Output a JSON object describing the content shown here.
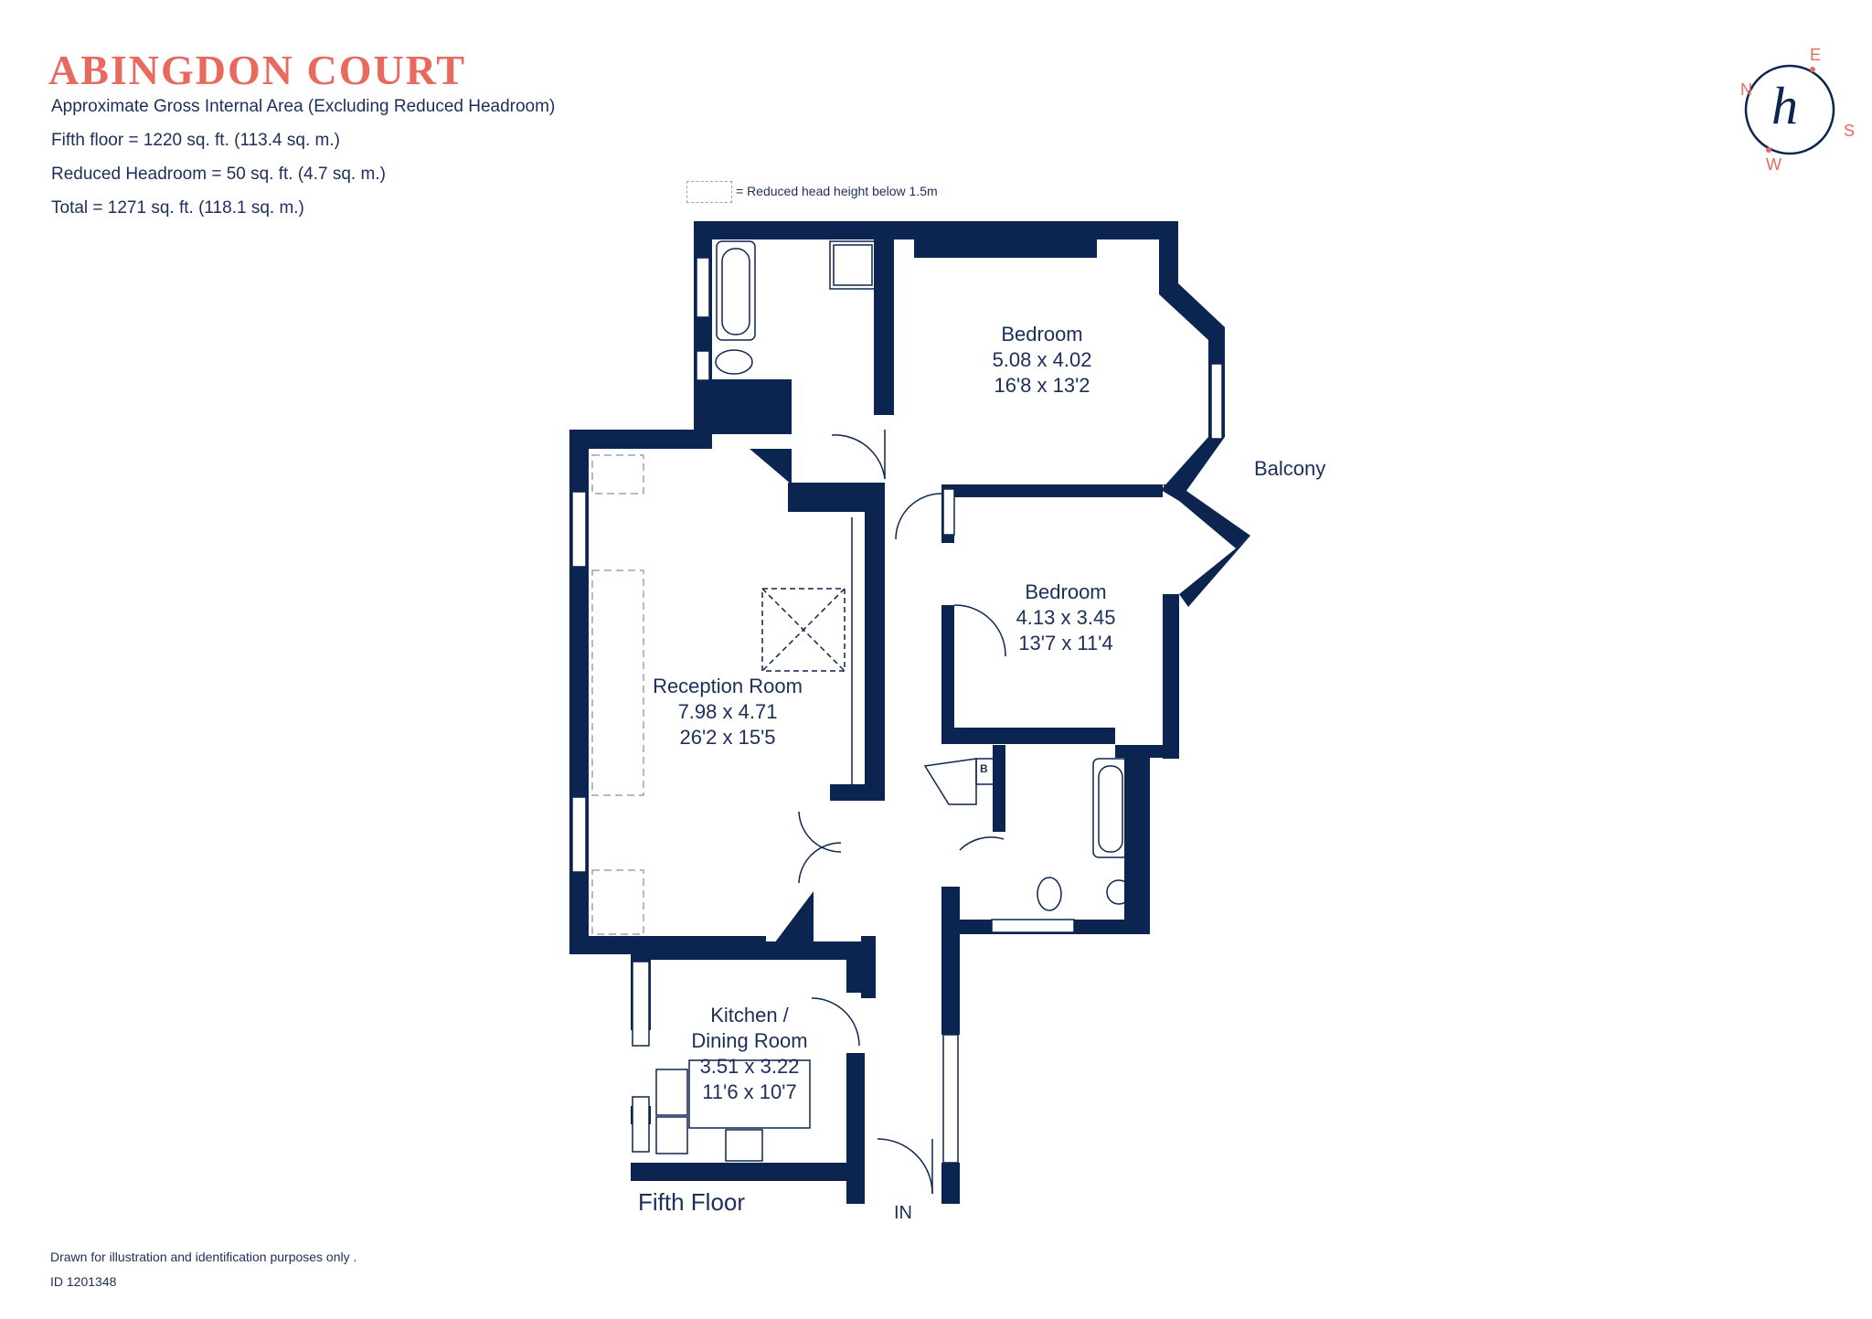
{
  "header": {
    "title": "ABINGDON COURT",
    "area_caption": "Approximate Gross Internal Area (Excluding Reduced Headroom)",
    "fifth_floor": "Fifth floor = 1220 sq. ft. (113.4 sq. m.)",
    "reduced_headroom": "Reduced Headroom = 50 sq. ft. (4.7 sq. m.)",
    "total": "Total = 1271 sq. ft. (118.1 sq. m.)"
  },
  "legend": {
    "label": "= Reduced head height below 1.5m"
  },
  "rooms": [
    {
      "name": "Bedroom",
      "metric": "5.08 x 4.02",
      "imperial": "16'8 x 13'2"
    },
    {
      "name": "Bedroom",
      "metric": "4.13 x 3.45",
      "imperial": "13'7 x 11'4"
    },
    {
      "name": "Reception Room",
      "metric": "7.98 x 4.71",
      "imperial": "26'2 x 15'5"
    },
    {
      "name_line1": "Kitchen /",
      "name_line2": "Dining Room",
      "metric": "3.51 x 3.22",
      "imperial": "11'6 x 10'7"
    }
  ],
  "labels": {
    "balcony": "Balcony",
    "floor": "Fifth Floor",
    "entrance": "IN",
    "boiler": "B"
  },
  "compass": {
    "n": "N",
    "e": "E",
    "s": "S",
    "w": "W",
    "logo": "h"
  },
  "footer": {
    "disclaimer": "Drawn for illustration and identification purposes only .",
    "id": "ID 1201348"
  },
  "colors": {
    "wall": "#0c2550",
    "accent": "#e8695e",
    "text": "#1c2e5a"
  }
}
